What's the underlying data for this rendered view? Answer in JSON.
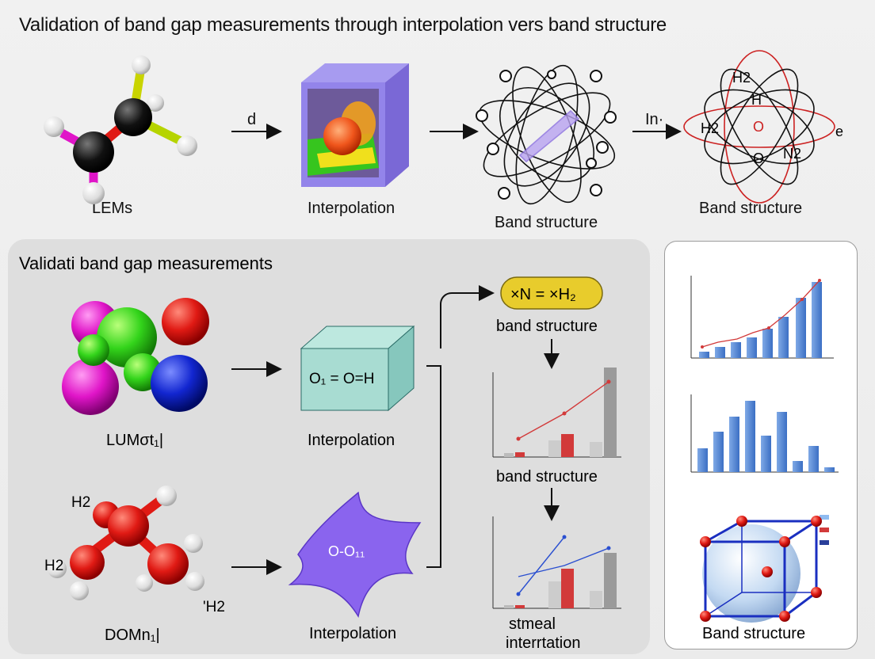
{
  "title": "Validation of band gap measurements through interpolation vers band structure",
  "top_row": {
    "labels": [
      "LEMs",
      "Interpolation",
      "Band structure",
      "Band structure"
    ],
    "arrow_labels": [
      "d",
      "In·"
    ],
    "atom_labels": [
      "H2",
      "H",
      "O",
      "H2",
      "N2",
      "e",
      "O"
    ]
  },
  "panel": {
    "title": "Validati  band gap measurements",
    "labels": [
      "LUMσt₁|",
      "Interpolation",
      "DOMn₁|",
      "Interpolation"
    ],
    "box_formula": "O₁ = O=H",
    "sheet_formula": "O-O₁₁",
    "atom_labels": [
      "H2",
      "H2",
      "'H2"
    ]
  },
  "middle_col": {
    "pill_formula": "×N = ×H₂",
    "labels": [
      "band structure",
      "band structure",
      "stmeal",
      "interrtation"
    ]
  },
  "right_panel": {
    "label": "Band structure"
  },
  "colors": {
    "bar_blue": "#5b8fd6",
    "bar_red": "#d23a3a",
    "bar_gray": "#9a9a9a",
    "accent_red": "#cc2222"
  }
}
